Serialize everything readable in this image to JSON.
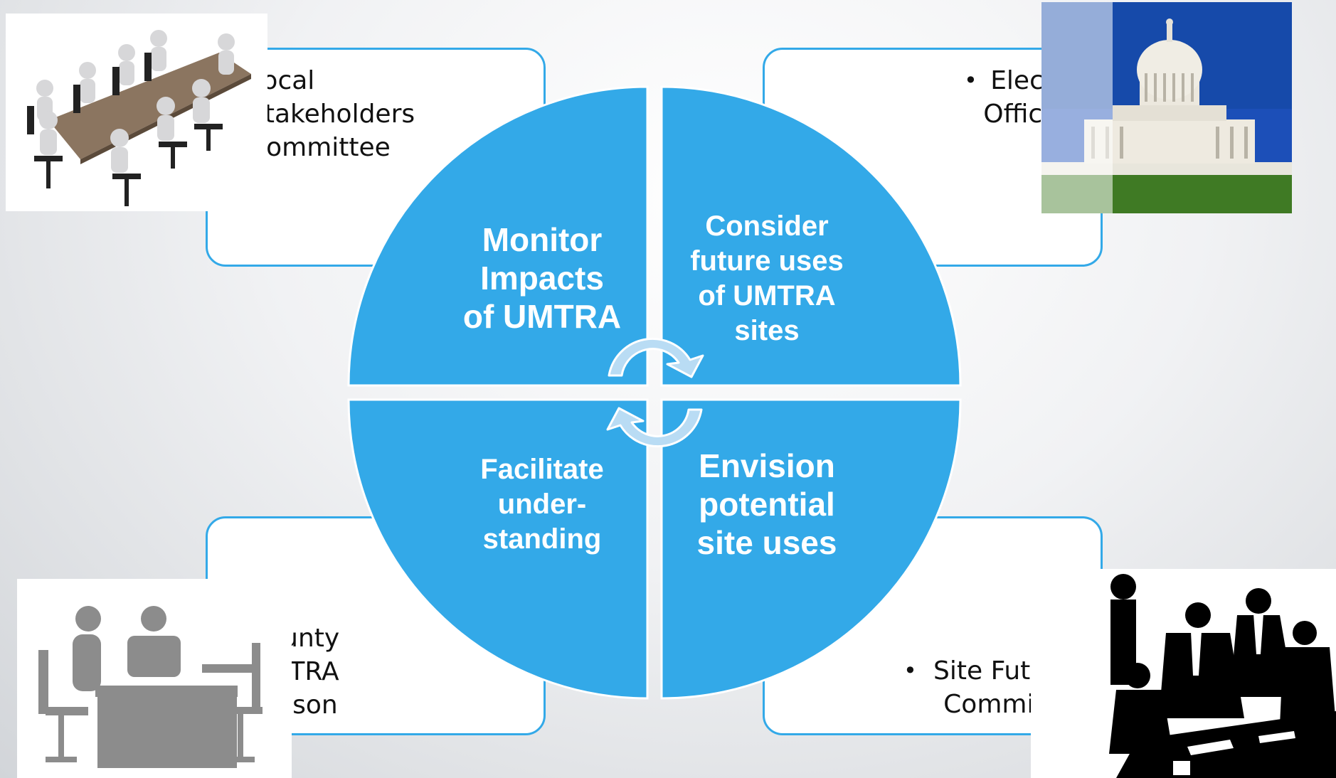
{
  "quadrants": {
    "top_left": "Monitor\nImpacts\nof UMTRA",
    "top_right": "Consider\nfuture uses\nof UMTRA\nsites",
    "bottom_left": "Facilitate\nunder-\nstanding",
    "bottom_right": "Envision\npotential\nsite uses"
  },
  "groups": {
    "top_left": "Local\nStakeholders\nCommittee",
    "top_right": "Elected\nOfficials",
    "bottom_left": "County\nUMTRA\nLiaison",
    "bottom_right": "Site Futures\nCommittee"
  },
  "bullet_symbol": "•",
  "colors": {
    "quadrant_fill": "#33a9e8",
    "card_border": "#33a9e8",
    "arrow_fill": "#b9dcf4"
  }
}
